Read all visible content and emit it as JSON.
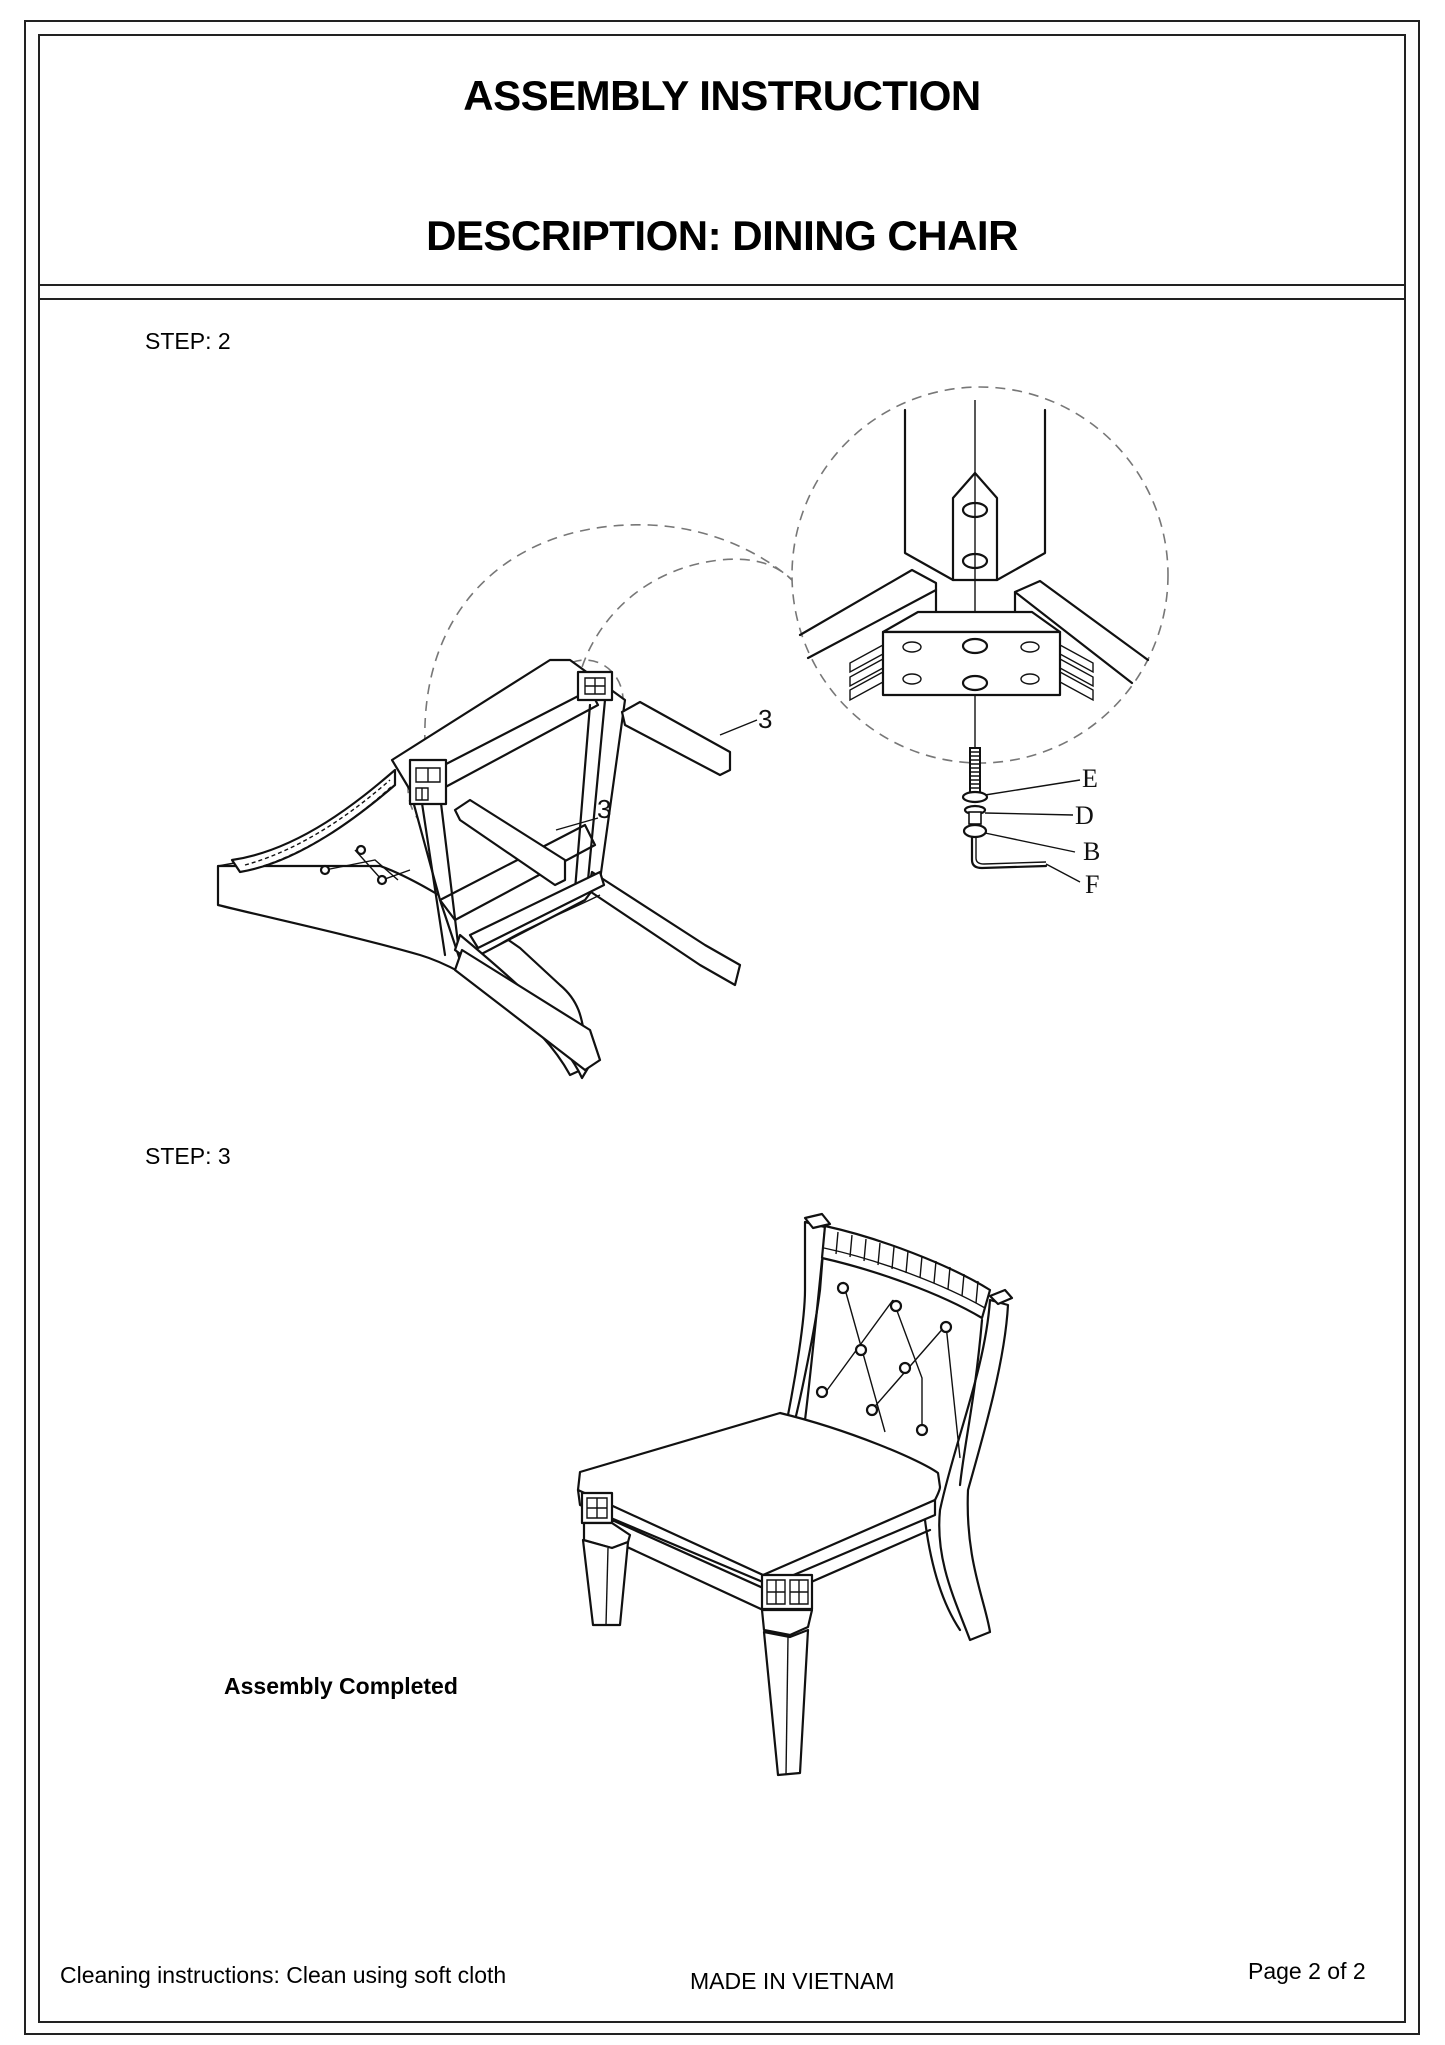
{
  "header": {
    "title": "ASSEMBLY INSTRUCTION",
    "description": "DESCRIPTION: DINING CHAIR"
  },
  "steps": [
    {
      "label": "STEP: 2",
      "figure": "upside-down chair with legs attached at corner brackets; detail callout of corner bracket with bolt",
      "part_callouts": [
        "3",
        "3"
      ],
      "hardware_labels": [
        "E",
        "D",
        "B",
        "F"
      ]
    },
    {
      "label": "STEP: 3",
      "figure": "fully assembled upholstered dining chair",
      "caption": "Assembly Completed"
    }
  ],
  "footer": {
    "cleaning": "Cleaning instructions: Clean using soft cloth",
    "origin": "MADE IN VIETNAM",
    "page": "Page 2 of 2"
  }
}
